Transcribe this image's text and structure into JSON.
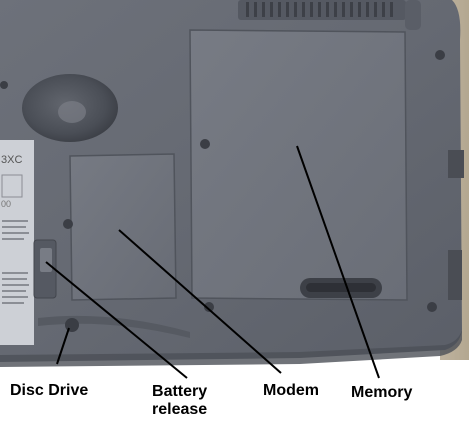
{
  "photo": {
    "case_color": "#676b74",
    "background_color": "#ffffff",
    "description_free": true
  },
  "labels": {
    "disc_drive": "Disc Drive",
    "battery_line1": "Battery",
    "battery_line2": "release",
    "modem": "Modem",
    "memory": "Memory"
  },
  "device_text": {
    "sticker_model": "3XC",
    "sticker_code": "00"
  }
}
